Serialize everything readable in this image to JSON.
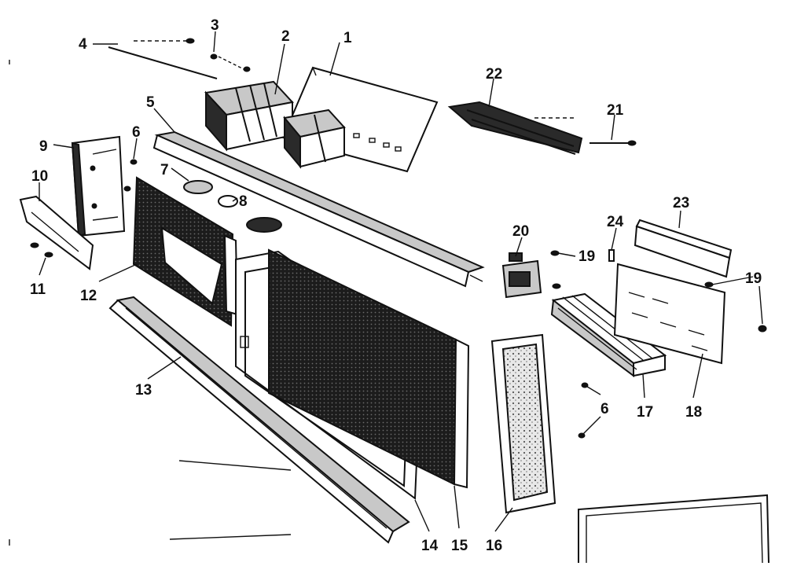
{
  "diagram": {
    "callouts": {
      "c1": "1",
      "c2": "2",
      "c3": "3",
      "c4": "4",
      "c5": "5",
      "c6a": "6",
      "c6b": "6",
      "c7": "7",
      "c8": "8",
      "c9": "9",
      "c10": "10",
      "c11": "11",
      "c12": "12",
      "c13": "13",
      "c14": "14",
      "c15": "15",
      "c16": "16",
      "c17": "17",
      "c18": "18",
      "c19a": "19",
      "c19b": "19",
      "c20": "20",
      "c21": "21",
      "c22": "22",
      "c23": "23",
      "c24": "24"
    }
  }
}
